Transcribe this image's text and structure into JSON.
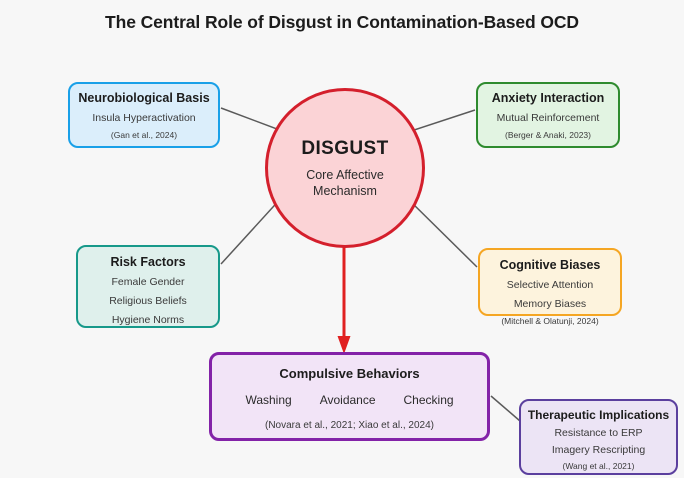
{
  "title": "The Central Role of Disgust in Contamination-Based OCD",
  "colors": {
    "background": "#f7f7f7",
    "central_fill": "#fbd3d6",
    "central_border": "#d41f2c",
    "arrow": "#e02020",
    "connector": "#5a5a5a",
    "neuro_border": "#19a0e8",
    "neuro_fill": "#dbeefb",
    "anxiety_border": "#2e8b2e",
    "anxiety_fill": "#e2f4e2",
    "risk_border": "#17998a",
    "risk_fill": "#dff0ec",
    "cognitive_border": "#f5a623",
    "cognitive_fill": "#fdf3dd",
    "compulsive_border": "#8322a8",
    "compulsive_fill": "#f2e4f7",
    "therapeutic_border": "#5b3f9e",
    "therapeutic_fill": "#ece4f5"
  },
  "central": {
    "label": "DISGUST",
    "subtitle_line1": "Core Affective",
    "subtitle_line2": "Mechanism"
  },
  "nodes": {
    "neurobiological": {
      "title": "Neurobiological Basis",
      "detail": "Insula Hyperactivation",
      "citation": "(Gan et al., 2024)"
    },
    "anxiety": {
      "title": "Anxiety Interaction",
      "detail": "Mutual Reinforcement",
      "citation": "(Berger & Anaki, 2023)"
    },
    "risk_factors": {
      "title": "Risk Factors",
      "detail1": "Female Gender",
      "detail2": "Religious Beliefs",
      "detail3": "Hygiene Norms"
    },
    "cognitive_biases": {
      "title": "Cognitive Biases",
      "detail1": "Selective Attention",
      "detail2": "Memory Biases",
      "citation": "(Mitchell & Olatunji, 2024)"
    },
    "compulsive": {
      "title": "Compulsive Behaviors",
      "behavior1": "Washing",
      "behavior2": "Avoidance",
      "behavior3": "Checking",
      "citation": "(Novara et al., 2021; Xiao et al., 2024)"
    },
    "therapeutic": {
      "title": "Therapeutic Implications",
      "detail1": "Resistance to ERP",
      "detail2": "Imagery Rescripting",
      "citation": "(Wang et al., 2021)"
    }
  }
}
